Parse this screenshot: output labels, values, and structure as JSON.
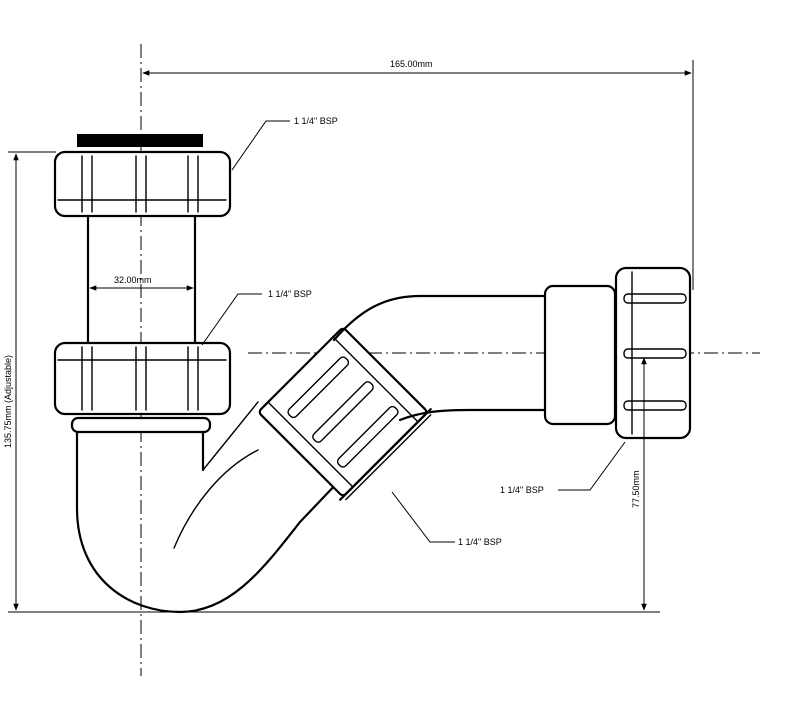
{
  "dimensions": {
    "overall_width": "165.00mm",
    "pipe_diameter": "32.00mm",
    "overall_height": "135.75mm (Adjustable)",
    "outlet_height": "77.50mm"
  },
  "thread_labels": {
    "top_inlet": "1 1/4\" BSP",
    "middle_nut": "1 1/4\" BSP",
    "outlet_nut": "1 1/4\" BSP",
    "bend_nut": "1 1/4\" BSP"
  },
  "colors": {
    "line": "#000000",
    "background": "#ffffff"
  }
}
